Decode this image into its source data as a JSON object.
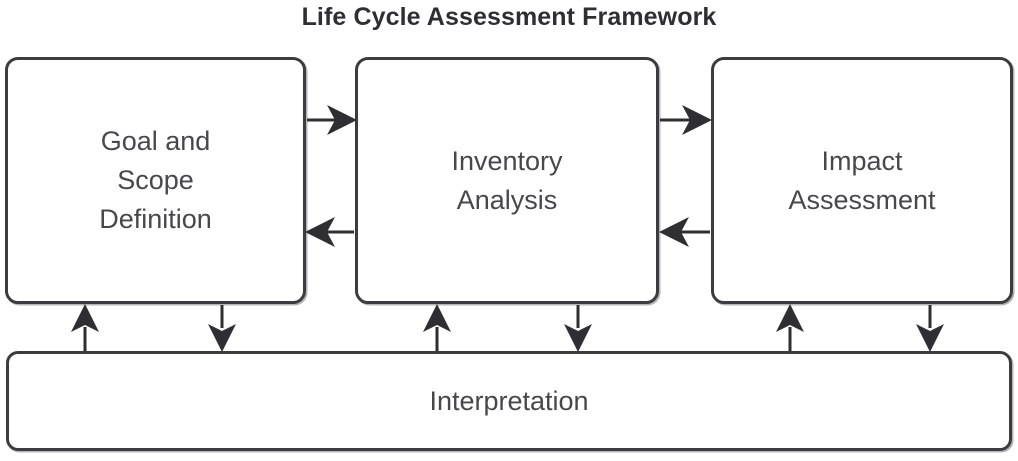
{
  "diagram": {
    "title": "Life Cycle Assessment Framework",
    "type": "flow-diagram",
    "background_color": "#ffffff",
    "line_color": "#3b3b40",
    "text_color": "#48484c",
    "boxes": [
      {
        "id": "goal-scope",
        "label": "Goal and\nScope\nDefinition",
        "lines": [
          "Goal and",
          "Scope",
          "Definition"
        ]
      },
      {
        "id": "inventory",
        "label": "Inventory\nAnalysis",
        "lines": [
          "Inventory",
          "Analysis"
        ]
      },
      {
        "id": "impact",
        "label": "Impact\nAssessment",
        "lines": [
          "Impact",
          "Assessment"
        ]
      },
      {
        "id": "interpretation",
        "label": "Interpretation",
        "lines": [
          "Interpretation"
        ]
      }
    ],
    "connections": [
      {
        "from": "goal-scope",
        "to": "inventory",
        "direction": "right"
      },
      {
        "from": "inventory",
        "to": "goal-scope",
        "direction": "left"
      },
      {
        "from": "inventory",
        "to": "impact",
        "direction": "right"
      },
      {
        "from": "impact",
        "to": "inventory",
        "direction": "left"
      },
      {
        "from": "interpretation",
        "to": "goal-scope",
        "direction": "up"
      },
      {
        "from": "goal-scope",
        "to": "interpretation",
        "direction": "down"
      },
      {
        "from": "interpretation",
        "to": "inventory",
        "direction": "up"
      },
      {
        "from": "inventory",
        "to": "interpretation",
        "direction": "down"
      },
      {
        "from": "interpretation",
        "to": "impact",
        "direction": "up"
      },
      {
        "from": "impact",
        "to": "interpretation",
        "direction": "down"
      }
    ]
  }
}
